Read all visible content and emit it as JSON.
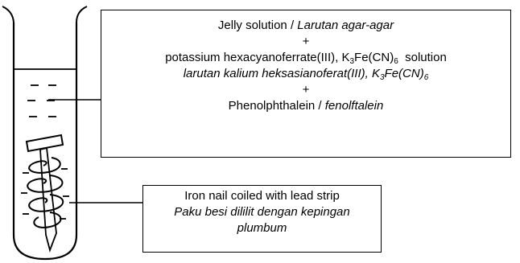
{
  "diagram": {
    "reagent_box": {
      "line1_en": "Jelly solution",
      "line1_sep": " / ",
      "line1_ms": "Larutan agar-agar",
      "plus1": "+",
      "line2_en_a": "potassium hexacyanoferrate(III), K",
      "line2_en_sub3": "3",
      "line2_en_b": "Fe(CN)",
      "line2_en_sub6": "6",
      "line2_en_c": "  solution",
      "line3_ms_a": "larutan kalium heksasianoferat(III), K",
      "line3_ms_sub3": "3",
      "line3_ms_b": "Fe(CN)",
      "line3_ms_sub6": "6",
      "plus2": "+",
      "line4_en": "Phenolphthalein",
      "line4_sep": " / ",
      "line4_ms": "fenolftalein"
    },
    "nail_box": {
      "line1": "Iron nail coiled with lead strip",
      "line2": "Paku besi dililit dengan kepingan",
      "line3": "plumbum"
    }
  }
}
